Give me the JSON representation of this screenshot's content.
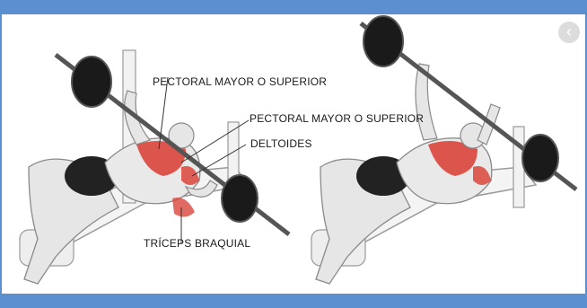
{
  "labels": {
    "pectoral_upper_1": "PECTORAL MAYOR  O SUPERIOR",
    "pectoral_upper_2": "PECTORAL MAYOR O SUPERIOR",
    "deltoides": "DELTOIDES",
    "triceps": "TRÍCEPS BRAQUIAL"
  },
  "nav": {
    "prev_glyph": "‹"
  },
  "colors": {
    "frame": "#5b8fd0",
    "muscle": "#d9453b",
    "skin": "#e8e8e8",
    "barbell": "#1a1a1a"
  }
}
